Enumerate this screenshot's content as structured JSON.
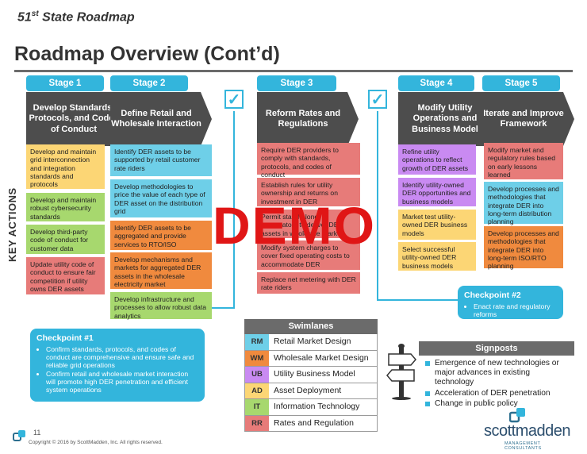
{
  "header": {
    "supertitle_prefix": "51",
    "supertitle_sup": "st",
    "supertitle_suffix": " State Roadmap",
    "title": "Roadmap Overview (Cont’d)"
  },
  "stages": [
    {
      "label": "Stage 1",
      "chevron": "Develop Standards, Protocols, and Codes of Conduct"
    },
    {
      "label": "Stage 2",
      "chevron": "Define Retail and Wholesale Interaction"
    },
    {
      "label": "Stage 3",
      "chevron": "Reform Rates and Regulations"
    },
    {
      "label": "Stage 4",
      "chevron": "Modify Utility Operations and Business Model"
    },
    {
      "label": "Stage 5",
      "chevron": "Iterate and Improve Framework"
    }
  ],
  "side_label": "KEY ACTIONS",
  "checkmark": "✓",
  "actions": {
    "stage1": [
      "Develop and maintain grid interconnection and integration standards and protocols",
      "Develop and maintain robust cybersecurity standards",
      "Develop third-party code of conduct for customer data",
      "Update utility code of conduct to ensure fair competition if utility owns DER assets"
    ],
    "stage2": [
      "Identify DER assets to be supported by retail customer rate riders",
      "Develop methodologies to price the value of each type of DER asset on the distribution grid",
      "Identify DER assets to be aggregated and provide services to RTO/ISO",
      "Develop mechanisms and markets for aggregated DER assets in the wholesale electricity market",
      "Develop infrastructure and processes to allow robust data analytics"
    ],
    "stage3": [
      "Require DER providers to comply with standards, protocols, and codes of conduct",
      "Establish rules for utility ownership and returns on investment in DER",
      "Permit stand-alone aggregators to deliver DER assets in wholesale market",
      "Modify system charges to cover fixed operating costs to accommodate DER",
      "Replace net metering with DER rate riders"
    ],
    "stage4": [
      "Refine utility operations to reflect growth of DER assets",
      "Identify utility-owned DER opportunities and business models",
      "Market test utility-owned DER business models",
      "Select successful utility-owned DER business models"
    ],
    "stage5": [
      "Modify market and regulatory rules based on early lessons learned",
      "Develop processes and methodologies that integrate DER into long-term distribution planning",
      "Develop processes and methodologies that integrate DER into long-term ISO/RTO planning"
    ]
  },
  "watermark": "DEMO",
  "checkpoint1": {
    "title": "Checkpoint #1",
    "items": [
      "Confirm standards, protocols, and codes of conduct are comprehensive and ensure safe and reliable grid operations",
      "Confirm retail and wholesale market interaction will promote high DER penetration and efficient system operations"
    ]
  },
  "checkpoint2": {
    "title": "Checkpoint #2",
    "items": [
      "Enact rate and regulatory reforms"
    ]
  },
  "swimlanes": {
    "title": "Swimlanes",
    "rows": [
      {
        "code": "RM",
        "label": "Retail Market Design",
        "color": "#6ecfe8"
      },
      {
        "code": "WM",
        "label": "Wholesale Market Design",
        "color": "#f08a3e"
      },
      {
        "code": "UB",
        "label": "Utility Business Model",
        "color": "#c98af2"
      },
      {
        "code": "AD",
        "label": "Asset Deployment",
        "color": "#fcd675"
      },
      {
        "code": "IT",
        "label": "Information Technology",
        "color": "#a7d86e"
      },
      {
        "code": "RR",
        "label": "Rates and Regulation",
        "color": "#e77b79"
      }
    ]
  },
  "signposts": {
    "title": "Signposts",
    "items": [
      "Emergence of new technologies or major advances in existing technology",
      "Acceleration of DER penetration",
      "Change in public policy"
    ]
  },
  "footer": {
    "page": "11",
    "copyright": "Copyright © 2016 by ScottMadden, Inc. All rights reserved."
  },
  "logo": {
    "name": "scottmadden",
    "tagline": "MANAGEMENT CONSULTANTS"
  },
  "colors": {
    "accent": "#33b5dc",
    "chevron": "#4d4d4d"
  }
}
